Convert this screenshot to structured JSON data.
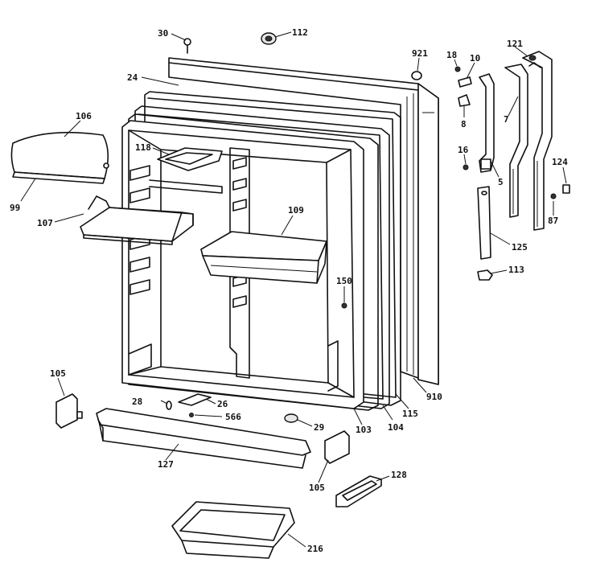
{
  "labels": [
    {
      "id": "30",
      "text": "30"
    },
    {
      "id": "112",
      "text": "112"
    },
    {
      "id": "921",
      "text": "921"
    },
    {
      "id": "18",
      "text": "18"
    },
    {
      "id": "10",
      "text": "10"
    },
    {
      "id": "121",
      "text": "121"
    },
    {
      "id": "24",
      "text": "24"
    },
    {
      "id": "106",
      "text": "106"
    },
    {
      "id": "99",
      "text": "99"
    },
    {
      "id": "118",
      "text": "118"
    },
    {
      "id": "8",
      "text": "8"
    },
    {
      "id": "7",
      "text": "7"
    },
    {
      "id": "16",
      "text": "16"
    },
    {
      "id": "5",
      "text": "5"
    },
    {
      "id": "124",
      "text": "124"
    },
    {
      "id": "107",
      "text": "107"
    },
    {
      "id": "109",
      "text": "109"
    },
    {
      "id": "87",
      "text": "87"
    },
    {
      "id": "125",
      "text": "125"
    },
    {
      "id": "113",
      "text": "113"
    },
    {
      "id": "150",
      "text": "150"
    },
    {
      "id": "105a",
      "text": "105"
    },
    {
      "id": "28",
      "text": "28"
    },
    {
      "id": "26",
      "text": "26"
    },
    {
      "id": "566",
      "text": "566"
    },
    {
      "id": "910",
      "text": "910"
    },
    {
      "id": "115",
      "text": "115"
    },
    {
      "id": "29",
      "text": "29"
    },
    {
      "id": "103",
      "text": "103"
    },
    {
      "id": "104",
      "text": "104"
    },
    {
      "id": "127",
      "text": "127"
    },
    {
      "id": "105b",
      "text": "105"
    },
    {
      "id": "128",
      "text": "128"
    },
    {
      "id": "216",
      "text": "216"
    }
  ]
}
